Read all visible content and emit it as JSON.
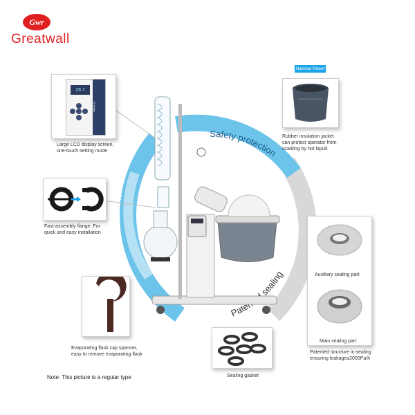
{
  "brand": {
    "logo_mark": "Gwr",
    "name": "Greatwall"
  },
  "badge": "National Patent",
  "arc_labels": {
    "safety": "Safety protection",
    "easy": "Easy operation",
    "sealing": "Patented sealing"
  },
  "lcd": {
    "readout": "29.7",
    "series_text": "R Series"
  },
  "captions": {
    "lcd": [
      "Large LCD display screen,",
      "one-touch setting mode"
    ],
    "flange": [
      "Fast-assembly flange: For",
      "quick and easy installation"
    ],
    "spanner": [
      "Evaporating flask cap spanner,",
      "easy to remove evaporating flask"
    ],
    "jacket": [
      "Rubber insulation jacket",
      "can protect operator from",
      "scalding by hot liquid."
    ],
    "auxiliary": "Auxiliary sealing part",
    "main": "Main sealing part",
    "patent": [
      "Patented structure in sealing",
      "ensuring leakage≤2000Pa/h"
    ],
    "gasket": "Sealing gasket"
  },
  "note": "Note: This picture is a regular type",
  "colors": {
    "brand_red": "#e02020",
    "arc_blue": "#6cc4ea",
    "arc_gray": "#d8d8d8",
    "badge_blue": "#1aa3e8",
    "spanner_brown": "#4a2a22",
    "jacket_gray": "#4a5563"
  }
}
